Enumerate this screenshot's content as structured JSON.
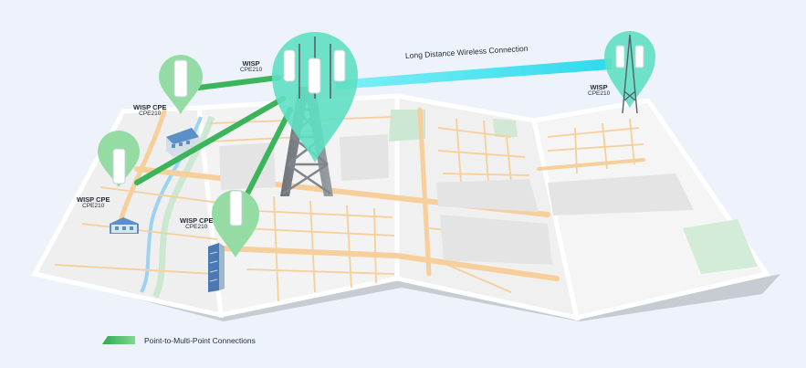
{
  "diagram": {
    "long_distance_label": "Long Distance Wireless Connection",
    "legend_label": "Point-to-Multi-Point Connections",
    "nodes": {
      "main_ap": {
        "role": "WISP",
        "model": "CPE210"
      },
      "far_ap": {
        "role": "WISP",
        "model": "CPE210"
      },
      "cpe_1": {
        "role": "WISP CPE",
        "model": "CPE210"
      },
      "cpe_2": {
        "role": "WISP CPE",
        "model": "CPE210"
      },
      "cpe_3": {
        "role": "WISP CPE",
        "model": "CPE210"
      }
    },
    "colors": {
      "background": "#eef3fb",
      "map_fill": "#f1f2f2",
      "road_orange": "#f6cf9a",
      "park_green": "#cde8d2",
      "river_blue": "#9dd3f0",
      "pin_green": "#95dca4",
      "pin_teal": "#5ee0c3",
      "link_green": "#3bb55c",
      "link_cyan": "#3ee6f3",
      "tower_gray": "#7f858c"
    }
  }
}
